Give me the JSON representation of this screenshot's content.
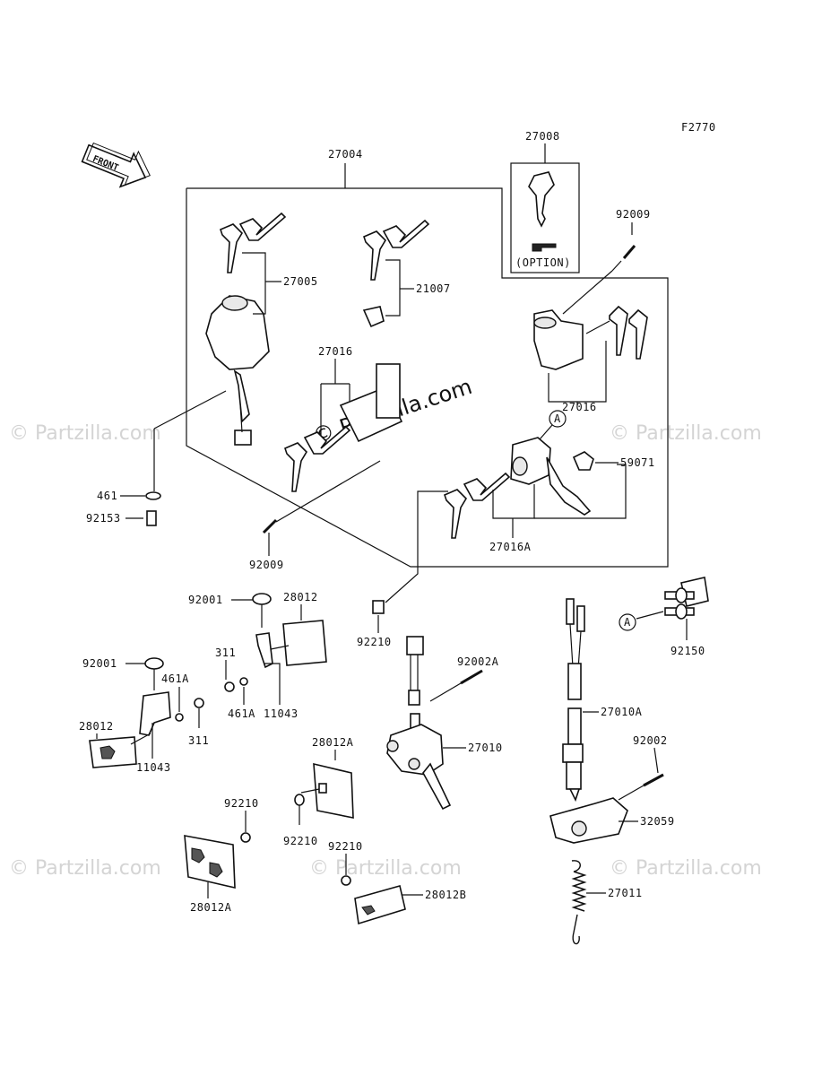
{
  "figure_code": "F2770",
  "front_label": "FRONT",
  "option_label": "(OPTION)",
  "watermark": "© Partzilla.com",
  "callout_marker": "A",
  "parts": {
    "p27004": "27004",
    "p27008": "27008",
    "p92009_top": "92009",
    "p27005": "27005",
    "p21007": "21007",
    "p27016_left": "27016",
    "p27016_right": "27016",
    "p59071": "59071",
    "p27016A": "27016A",
    "p461": "461",
    "p92153": "92153",
    "p92009_bottom": "92009",
    "p92001_upper": "92001",
    "p28012_upper": "28012",
    "p311_upper": "311",
    "p461A_upper": "461A",
    "p11043_upper": "11043",
    "p92001_lower": "92001",
    "p461A_lower": "461A",
    "p28012_lower": "28012",
    "p311_lower": "311",
    "p11043_lower": "11043",
    "p92210_a": "92210",
    "p92002A": "92002A",
    "p27010": "27010",
    "p28012A_upper": "28012A",
    "p92210_b": "92210",
    "p92210_c": "92210",
    "p92210_d": "92210",
    "p28012A_lower": "28012A",
    "p28012B": "28012B",
    "p92150": "92150",
    "p27010A": "27010A",
    "p92002": "92002",
    "p32059": "32059",
    "p27011": "27011"
  }
}
